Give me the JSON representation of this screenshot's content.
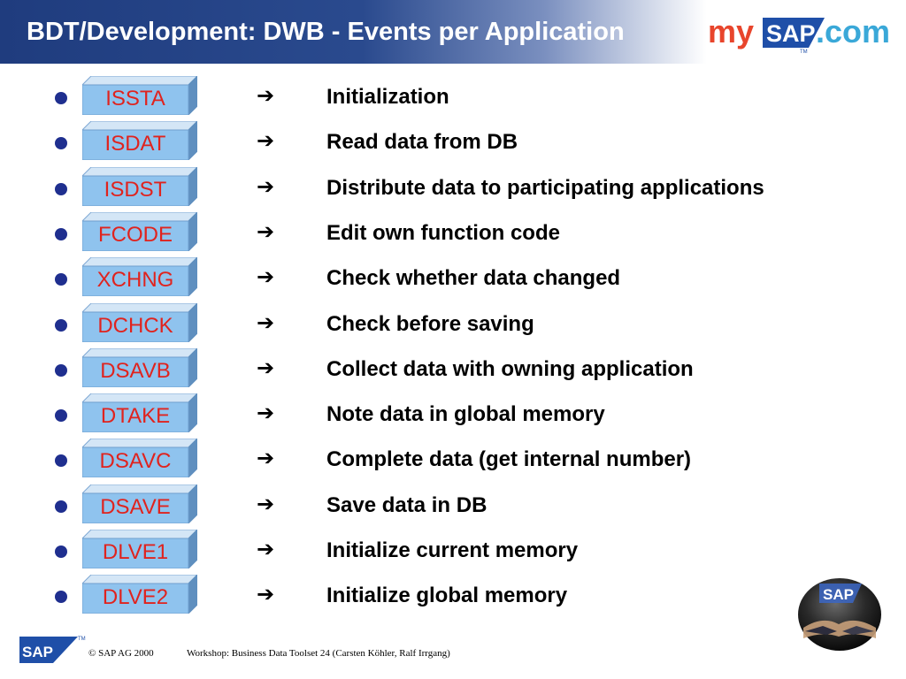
{
  "header": {
    "title": "BDT/Development: DWB -  Events per Application",
    "logo_text_my": "my",
    "logo_text_sap": "SAP",
    "logo_text_dotcom": ".com",
    "logo_tm": "TM"
  },
  "events": [
    {
      "code": "ISSTA",
      "arrow": "➔",
      "description": "Initialization"
    },
    {
      "code": "ISDAT",
      "arrow": "➔",
      "description": "Read data from DB"
    },
    {
      "code": "ISDST",
      "arrow": "➔",
      "description": "Distribute data to participating applications"
    },
    {
      "code": "FCODE",
      "arrow": "➔",
      "description": "Edit own function code"
    },
    {
      "code": "XCHNG",
      "arrow": "➔",
      "description": "Check whether data changed"
    },
    {
      "code": "DCHCK",
      "arrow": "➔",
      "description": "Check before saving"
    },
    {
      "code": "DSAVB",
      "arrow": "➔",
      "description": "Collect data with owning application"
    },
    {
      "code": "DTAKE",
      "arrow": "➔",
      "description": "Note data in global memory"
    },
    {
      "code": "DSAVC",
      "arrow": "➔",
      "description": "Complete data (get internal number)"
    },
    {
      "code": "DSAVE",
      "arrow": "➔",
      "description": "Save data in DB"
    },
    {
      "code": "DLVE1",
      "arrow": "➔",
      "description": "Initialize current memory"
    },
    {
      "code": "DLVE2",
      "arrow": "➔",
      "description": "Initialize global memory"
    }
  ],
  "footer": {
    "sap_logo_text": "SAP",
    "copyright": "© SAP AG 2000",
    "workshop": "Workshop: Business Data Toolset  24 (Carsten Köhler, Ralf Irrgang)"
  },
  "colors": {
    "header_blue": "#1f3c7e",
    "bullet": "#1f2f8f",
    "code_text": "#e0231e",
    "box_front": "#8fc3ee",
    "box_top": "#d4e6f6",
    "box_side": "#5f8fbf"
  }
}
